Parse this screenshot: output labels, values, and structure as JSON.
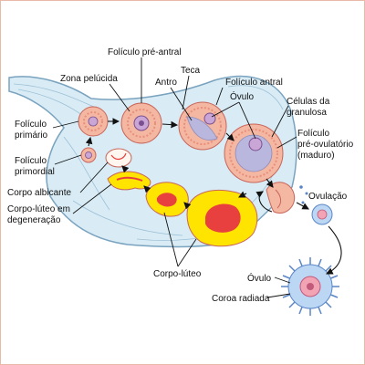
{
  "colors": {
    "stroma": "#d9ecf5",
    "stroma_edge": "#7aa3bf",
    "theca": "#f3b7a2",
    "granulosa_ring": "#e98f7c",
    "antrum": "#b9b7de",
    "oocyte": "#c9a6d6",
    "luteum_yellow": "#ffe400",
    "luteum_red": "#e8403e",
    "frame": "#e9b9a8"
  },
  "labels": {
    "foliculo_pre_antral": "Folículo pré-antral",
    "zona_pelucida": "Zona pelúcida",
    "teca": "Teca",
    "antro": "Antro",
    "foliculo_antral": "Folículo antral",
    "ovulo_top": "Óvulo",
    "celulas_granulosa_l1": "Células da",
    "celulas_granulosa_l2": "granulosa",
    "foliculo_primario_l1": "Folículo",
    "foliculo_primario_l2": "primário",
    "foliculo_primordial_l1": "Folículo",
    "foliculo_primordial_l2": "primordial",
    "foliculo_preovulatorio_l1": "Folículo",
    "foliculo_preovulatorio_l2": "pré-ovulatório",
    "foliculo_preovulatorio_l3": "(maduro)",
    "corpo_albicante": "Corpo albicante",
    "ovulacao": "Ovulação",
    "corpo_luteo_degeneracao_l1": "Corpo-lúteo em",
    "corpo_luteo_degeneracao_l2": "degeneração",
    "corpo_luteo": "Corpo-lúteo",
    "ovulo_bottom": "Óvulo",
    "coroa_radiada": "Coroa radiada"
  }
}
